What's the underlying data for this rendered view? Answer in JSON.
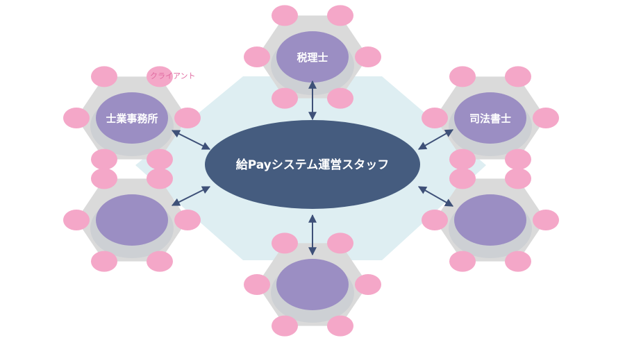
{
  "center": {
    "label": "給Payシステム運営スタッフ"
  },
  "client_label": "クライアント",
  "nodes": [
    {
      "id": "top",
      "label": "税理士"
    },
    {
      "id": "top-left",
      "label": "士業事務所"
    },
    {
      "id": "top-right",
      "label": "司法書士"
    },
    {
      "id": "bottom-left",
      "label": ""
    },
    {
      "id": "bottom",
      "label": ""
    },
    {
      "id": "bottom-right",
      "label": ""
    }
  ],
  "colors": {
    "background_hex": "#deeef2",
    "node_hex": "#dadada",
    "node_shadow": "#c3c9cf",
    "node_circle": "#9b8ec3",
    "client": "#f4a7c8",
    "center": "#455c7f",
    "arrow": "#3e5078",
    "client_text": "#e06aa0"
  }
}
